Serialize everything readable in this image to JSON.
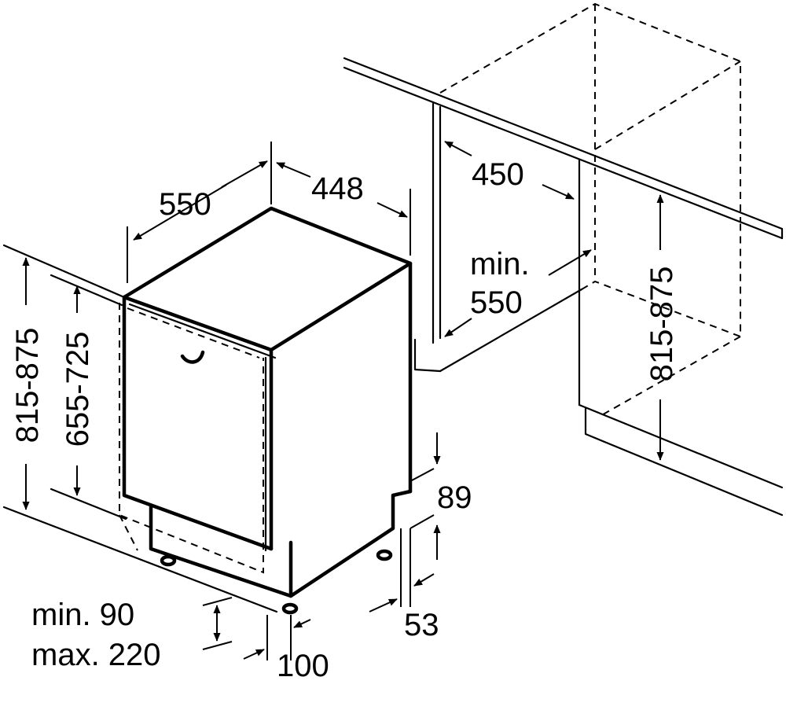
{
  "dimensions": {
    "width_depth": "550",
    "width_front": "448",
    "niche_width": "450",
    "niche_depth_min": "min.",
    "niche_depth_value": "550",
    "niche_height": "815-875",
    "overall_height": "815-875",
    "door_height": "655-725",
    "kick_gap": "89",
    "side_gap": "53",
    "plinth_min": "min. 90",
    "plinth_max": "max. 220",
    "plinth_depth": "100"
  },
  "colors": {
    "line": "#000000",
    "background": "#ffffff"
  }
}
